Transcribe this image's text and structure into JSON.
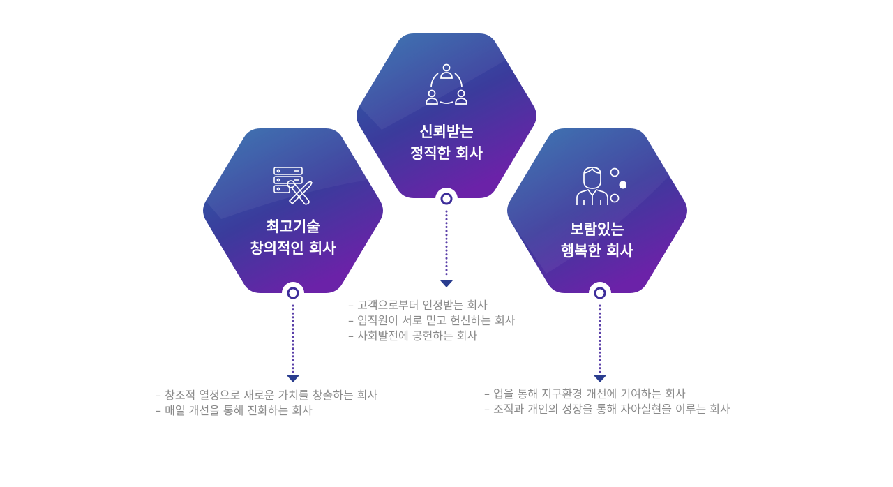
{
  "colors": {
    "hex_top": "#2763a8",
    "hex_bottom": "#6a23a6",
    "dot_line": "#5a3fa8",
    "arrow": "#2a3d8f",
    "text_gray": "#8a8a8a"
  },
  "values": [
    {
      "id": "tech",
      "icon": "server-tools-icon",
      "title_line1": "최고기술",
      "title_line2": "창의적인 회사",
      "desc": [
        "창조적 열정으로 새로운 가치를 창출하는 회사",
        "매일 개선을 통해 진화하는 회사"
      ]
    },
    {
      "id": "trust",
      "icon": "people-network-icon",
      "title_line1": "신뢰받는",
      "title_line2": "정직한 회사",
      "desc": [
        "고객으로부터 인정받는 회사",
        "임직원이 서로 믿고 헌신하는 회사",
        "사회발전에 공헌하는 회사"
      ]
    },
    {
      "id": "happy",
      "icon": "person-bubbles-icon",
      "title_line1": "보람있는",
      "title_line2": "행복한 회사",
      "desc": [
        "업을 통해 지구환경 개선에 기여하는 회사",
        "조직과 개인의 성장을 통해 자아실현을 이루는 회사"
      ]
    }
  ]
}
